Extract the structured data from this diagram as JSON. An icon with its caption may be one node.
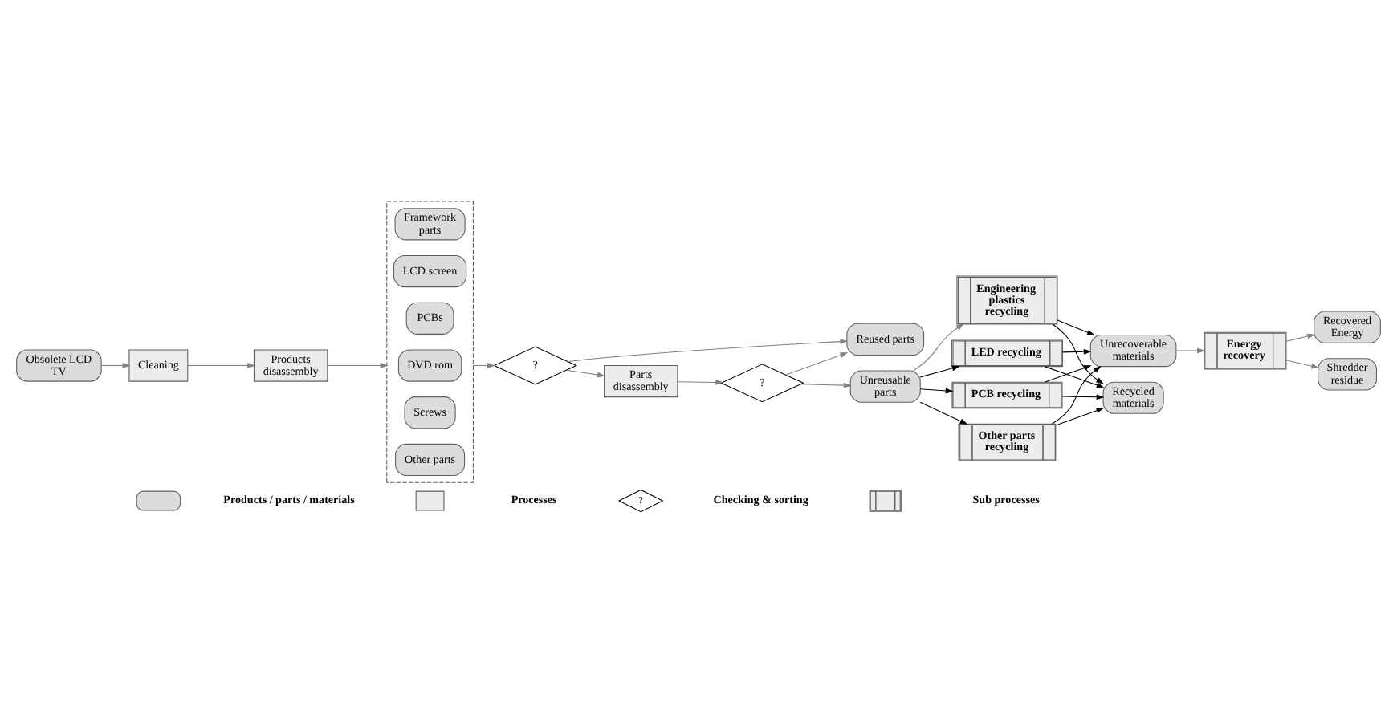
{
  "diagram": {
    "nodes": [
      {
        "text": [
          "Obsolete LCD TV"
        ]
      },
      {
        "text": [
          "Cleaning"
        ]
      },
      {
        "text": [
          "Products disassembly"
        ]
      },
      {
        "text": [],
        "shape": "box"
      },
      {
        "text": [
          "Framework parts"
        ],
        "in": 3
      },
      {
        "text": [
          "LCD screen"
        ],
        "in": 3
      },
      {
        "text": [
          "PCBs"
        ],
        "in": 3
      },
      {
        "text": [
          "DVD rom"
        ],
        "in": 3
      },
      {
        "text": [
          "Screws"
        ],
        "in": 3
      },
      {
        "text": [
          "Other parts"
        ],
        "in": 3
      },
      {
        "text": [
          "?"
        ]
      },
      {
        "text": [
          "Parts disassembly"
        ]
      },
      {
        "text": [
          "?"
        ]
      },
      {
        "text": [
          "Unreusable parts"
        ]
      },
      {
        "text": [
          "Engineering plastics recycling"
        ]
      },
      {
        "text": [
          "LED recycling"
        ]
      },
      {
        "text": [
          "PCB recycling"
        ]
      },
      {
        "text": [
          "Other parts recycling"
        ]
      },
      {
        "text": [
          "Unrecoverable materials"
        ]
      },
      {
        "text": [
          "Energy recovery"
        ]
      },
      {
        "text": [
          "Recovered Energy"
        ]
      },
      {
        "text": [
          "Shredder residue"
        ]
      },
      {
        "text": [
          "Recycled materials"
        ]
      },
      {
        "text": [
          "Reused parts"
        ]
      }
    ],
    "edges": [
      {
        "from": 0,
        "to": 1,
        "arrow": "to"
      },
      {
        "from": 1,
        "to": 2,
        "arrow": "to"
      },
      {
        "from": 2,
        "to": 3,
        "arrow": "to"
      },
      {
        "from": 3,
        "to": 10,
        "arrow": "to"
      },
      {
        "from": 10,
        "to": 11,
        "arrow": "to"
      },
      {
        "from": 11,
        "to": 12,
        "arrow": "to"
      },
      {
        "from": 12,
        "to": 13,
        "arrow": "to"
      },
      {
        "from": 12,
        "to": 23,
        "arrow": "to"
      },
      {
        "from": 10,
        "to": 23,
        "arrow": "to"
      },
      {
        "from": 13,
        "to": 14,
        "arrow": "to"
      },
      {
        "from": 13,
        "to": 15,
        "arrow": "to",
        "color": "#000000"
      },
      {
        "from": 13,
        "to": 16,
        "arrow": "to",
        "color": "#000000"
      },
      {
        "from": 13,
        "to": 17,
        "arrow": "to",
        "color": "#000000"
      },
      {
        "from": 14,
        "to": 18,
        "arrow": "to",
        "color": "#000000"
      },
      {
        "from": 15,
        "to": 18,
        "arrow": "to",
        "color": "#000000"
      },
      {
        "from": 16,
        "to": 18,
        "arrow": "to",
        "color": "#000000"
      },
      {
        "from": 17,
        "to": 18,
        "arrow": "to",
        "color": "#000000"
      },
      {
        "from": 14,
        "to": 22,
        "arrow": "to",
        "color": "#000000"
      },
      {
        "from": 15,
        "to": 22,
        "arrow": "to",
        "color": "#000000"
      },
      {
        "from": 16,
        "to": 22,
        "arrow": "to",
        "color": "#000000"
      },
      {
        "from": 17,
        "to": 22,
        "arrow": "to",
        "color": "#000000"
      },
      {
        "from": 18,
        "to": 19,
        "arrow": "to"
      },
      {
        "from": 19,
        "to": 20,
        "arrow": "to"
      },
      {
        "from": 19,
        "to": 21,
        "arrow": "to"
      }
    ],
    "labels": [
      "?"
    ],
    "legend": [
      {
        "text": "Products / parts / materials"
      },
      {
        "text": "Processes"
      },
      {
        "text": "Checking & sorting"
      },
      {
        "text": "Sub processes"
      }
    ]
  }
}
